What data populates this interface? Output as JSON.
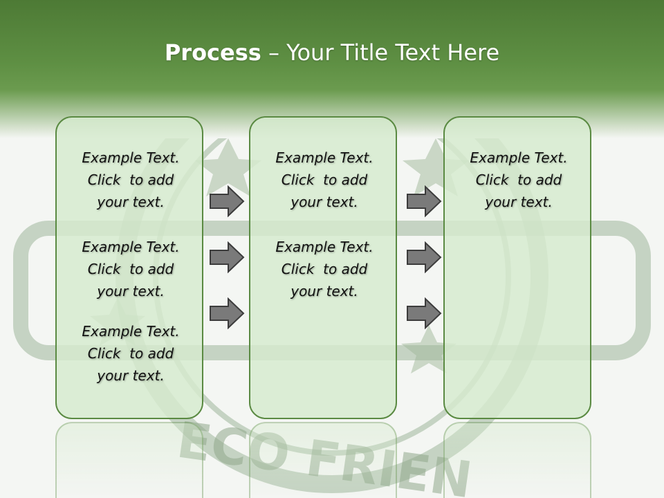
{
  "slide": {
    "title_strong": "Process",
    "title_rest": " – Your Title Text Here",
    "stamp_text": "ECO FRIEN"
  },
  "columns": [
    {
      "blocks": [
        "Example Text.\nClick  to add\nyour text.",
        "Example Text.\nClick  to add\nyour text.",
        "Example Text.\nClick  to add\nyour text."
      ]
    },
    {
      "blocks": [
        "Example Text.\nClick  to add\nyour text.",
        "Example Text.\nClick  to add\nyour text."
      ]
    },
    {
      "blocks": [
        "Example Text.\nClick  to add\nyour text."
      ]
    }
  ],
  "colors": {
    "header": "#4d7a35",
    "box_fill": "#d6eace",
    "box_border": "#5a8a42",
    "arrow_fill": "#7a7a7a"
  }
}
